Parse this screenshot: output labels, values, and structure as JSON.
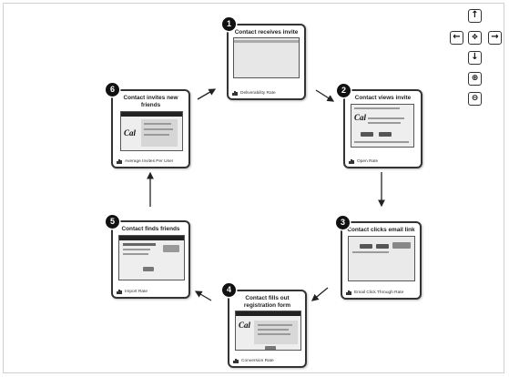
{
  "steps": [
    {
      "number": "1",
      "title": "Contact receives invite",
      "metric": "Deliverability Rate"
    },
    {
      "number": "2",
      "title": "Contact views invite",
      "metric": "Open Rate"
    },
    {
      "number": "3",
      "title": "Contact clicks email link",
      "metric": "Email Click Through Rate"
    },
    {
      "number": "4",
      "title": "Contact fills out registration form",
      "metric": "Conversion Rate"
    },
    {
      "number": "5",
      "title": "Contact finds friends",
      "metric": "Import Rate"
    },
    {
      "number": "6",
      "title": "Contact invites new friends",
      "metric": "Average Invites Per User"
    }
  ],
  "controls": {
    "up": "up-arrow-icon",
    "left": "left-arrow-icon",
    "center": "pan-center-icon",
    "right": "right-arrow-icon",
    "down": "down-arrow-icon",
    "zoom_in": "zoom-in-icon",
    "zoom_out": "zoom-out-icon"
  }
}
